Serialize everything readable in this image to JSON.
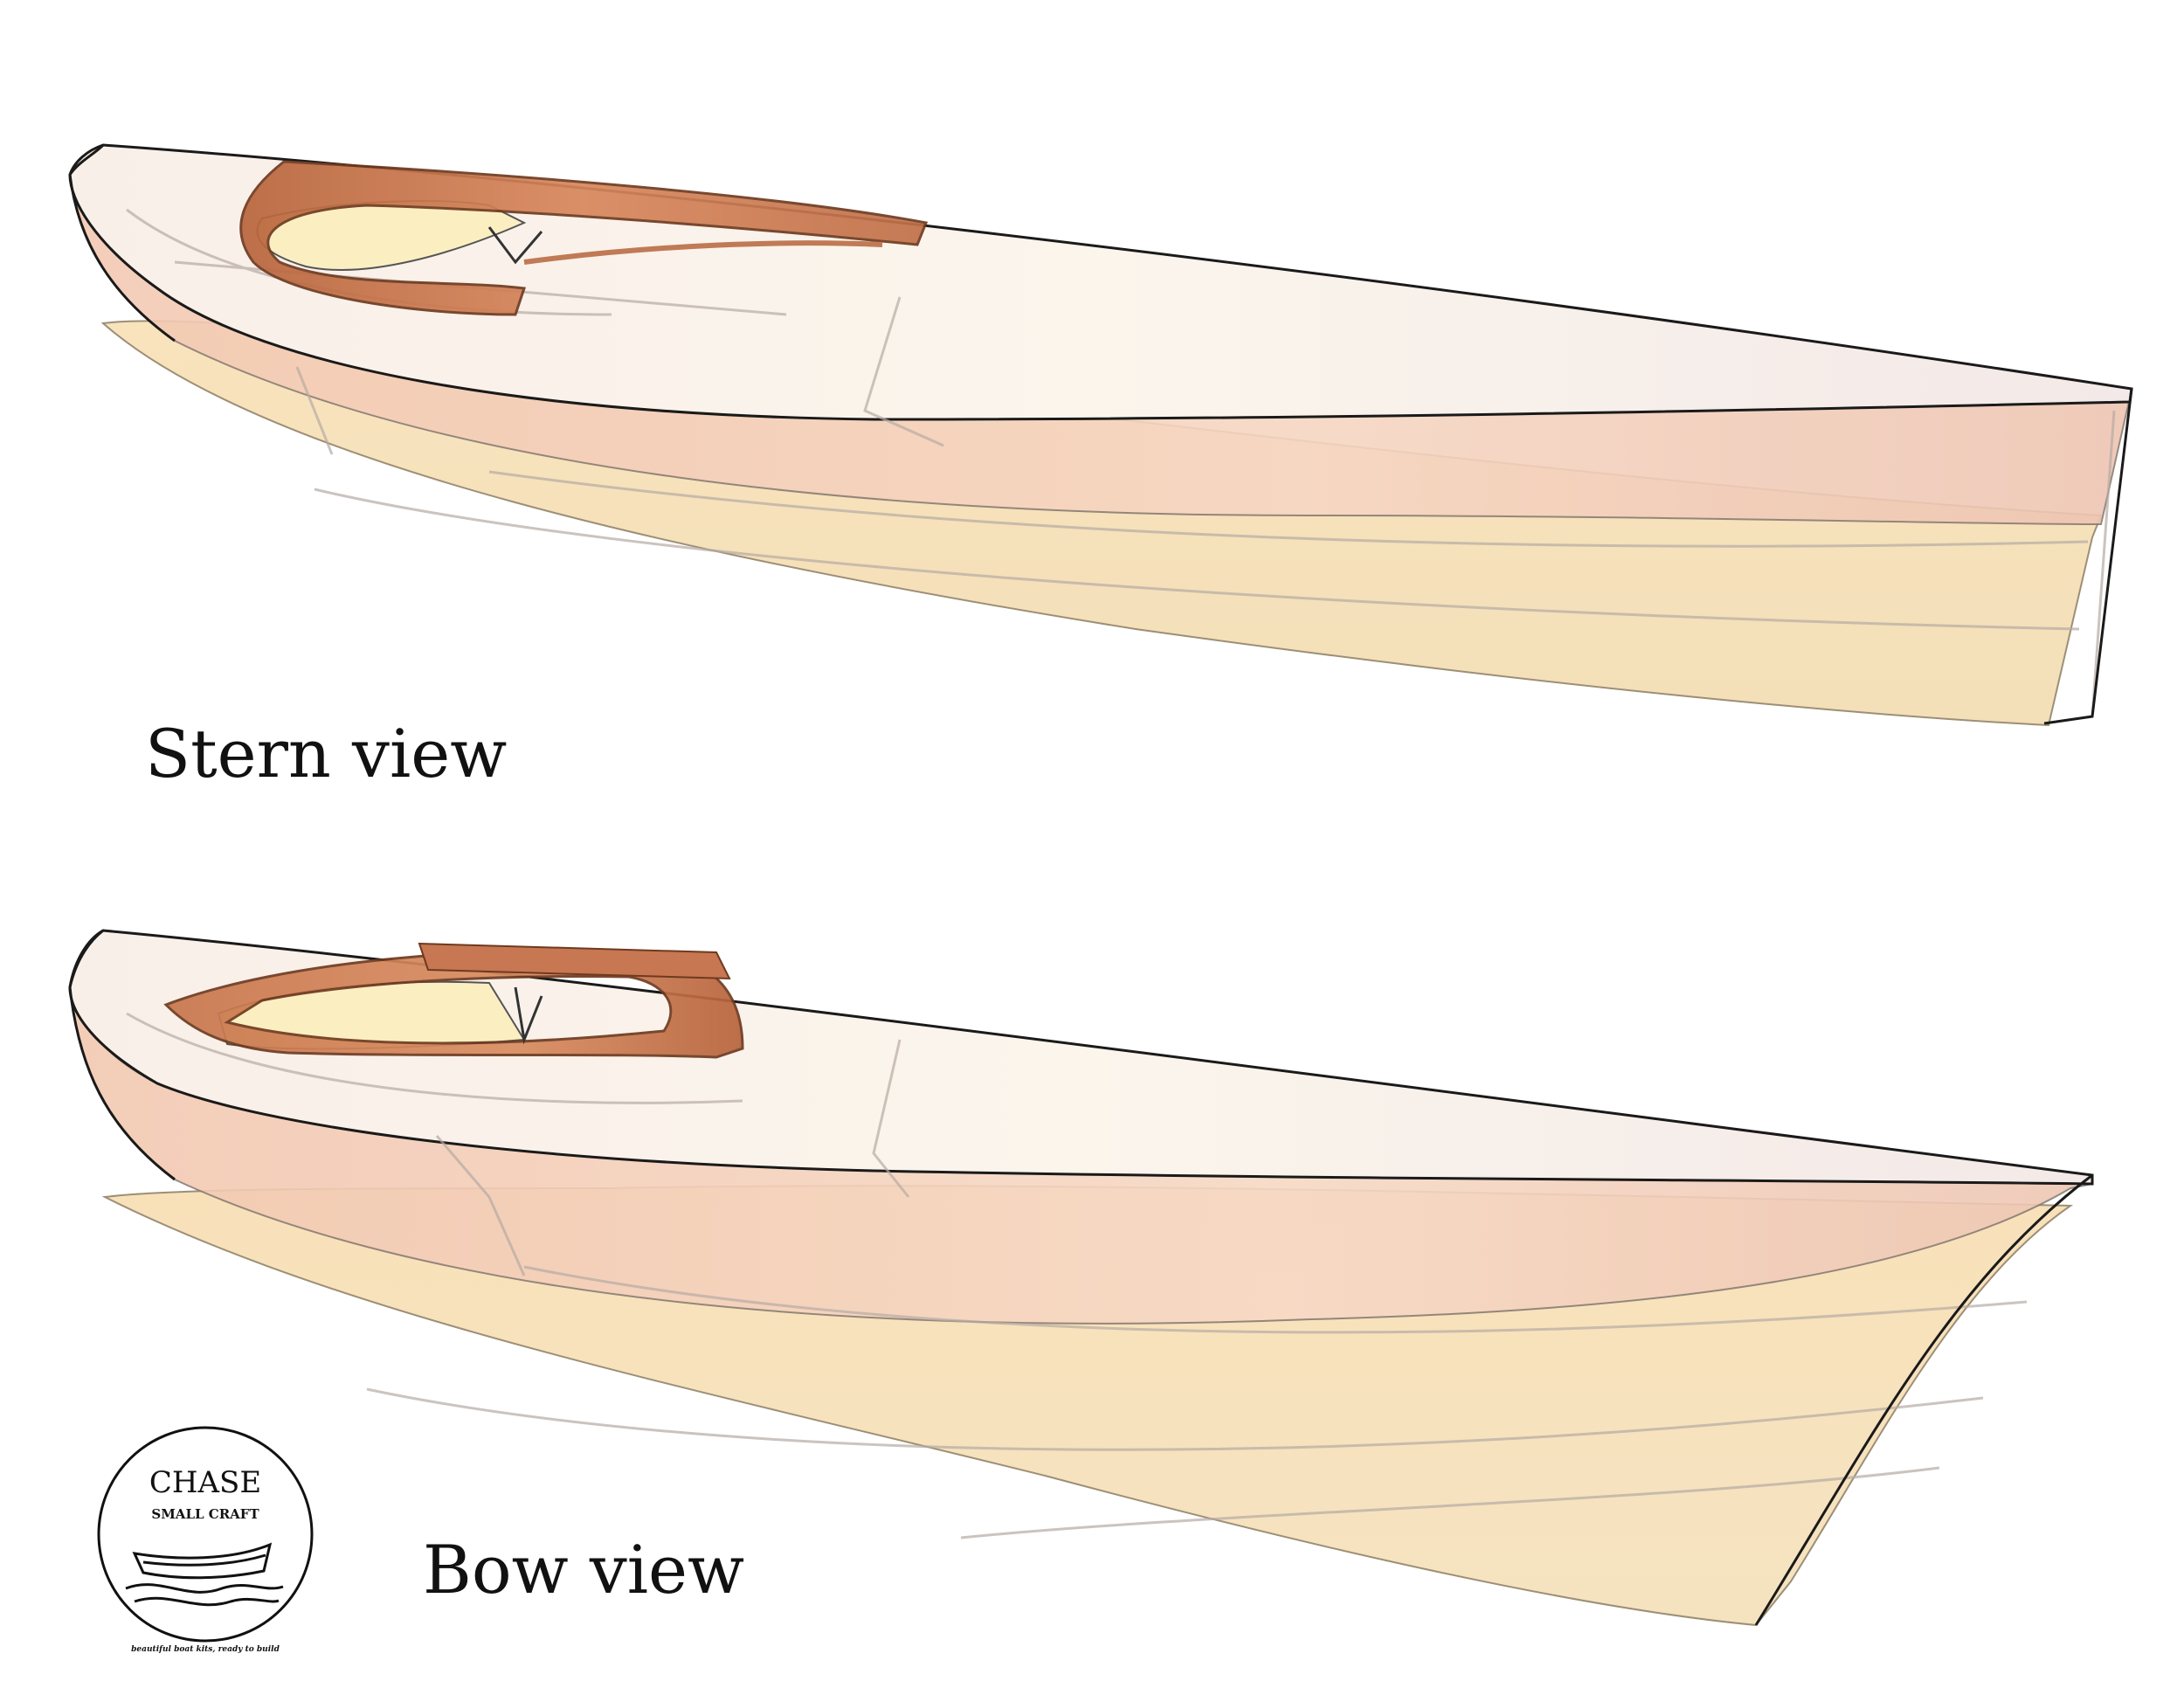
{
  "captions": {
    "stern": "Stern view",
    "bow": "Bow view"
  },
  "logo": {
    "name": "CHASE",
    "subtitle": "SMALL CRAFT",
    "tagline": "beautiful boat kits, ready to build"
  },
  "colors": {
    "deck": "#f7eeea",
    "upper_hull": "#f1cbb6",
    "lower_hull": "#f6e2b8",
    "coaming": "#cf7e55",
    "coaming_dark": "#a85a35",
    "cockpit_floor": "#fbf0c6",
    "outline": "#1a1a1a"
  }
}
